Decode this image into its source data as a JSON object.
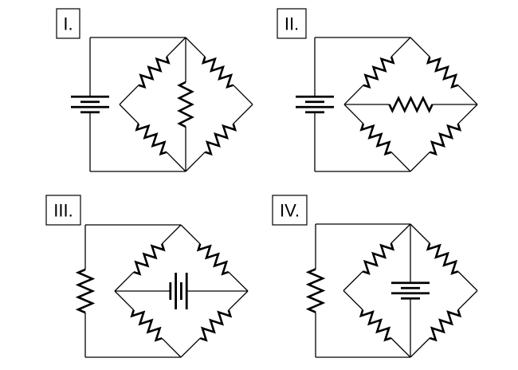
{
  "figure": {
    "description": "Four circuit diagrams labeled I-IV, each showing a diamond of four resistors with an additional element",
    "colors": {
      "line": "#000000",
      "background": "#ffffff"
    },
    "circuits": [
      {
        "label": "I.",
        "source": "battery",
        "source_position": "outer-left",
        "bridge": "resistor",
        "bridge_orientation": "vertical"
      },
      {
        "label": "II.",
        "source": "battery",
        "source_position": "outer-left",
        "bridge": "resistor",
        "bridge_orientation": "horizontal"
      },
      {
        "label": "III.",
        "source": "resistor",
        "source_position": "outer-left",
        "bridge": "battery",
        "bridge_orientation": "horizontal"
      },
      {
        "label": "IV.",
        "source": "resistor",
        "source_position": "outer-left",
        "bridge": "battery",
        "bridge_orientation": "vertical"
      }
    ]
  }
}
